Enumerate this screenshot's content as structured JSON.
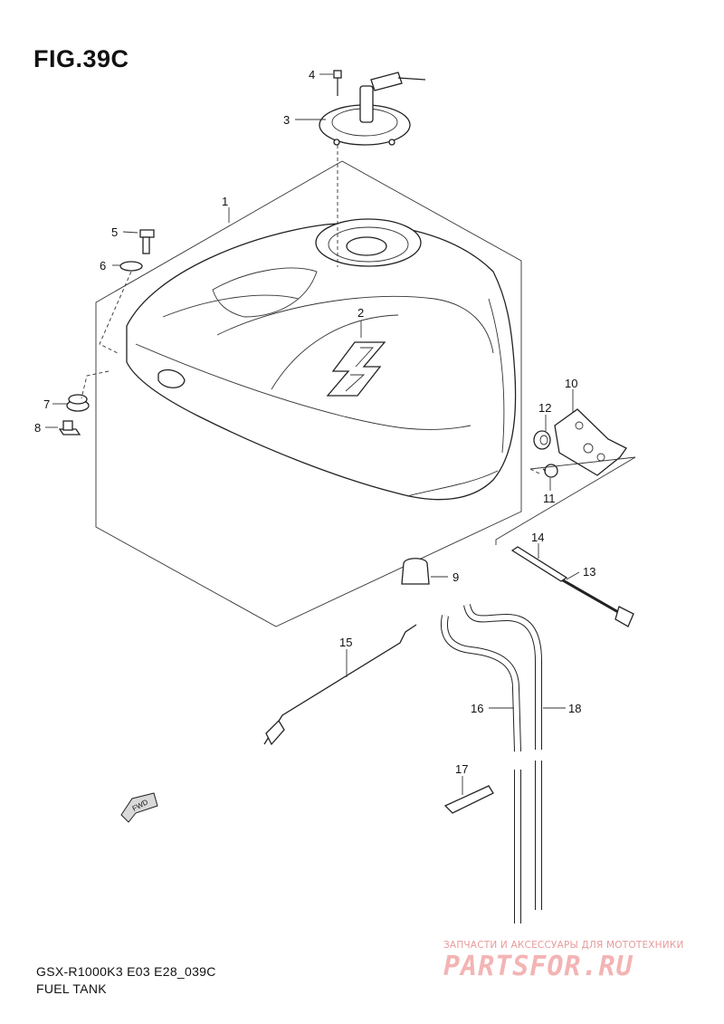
{
  "figure": {
    "title": "FIG.39C",
    "model_code": "GSX-R1000K3 E03 E28_039C",
    "name": "FUEL TANK"
  },
  "callouts": [
    {
      "id": "c1",
      "label": "1"
    },
    {
      "id": "c2",
      "label": "2"
    },
    {
      "id": "c3",
      "label": "3"
    },
    {
      "id": "c4",
      "label": "4"
    },
    {
      "id": "c5",
      "label": "5"
    },
    {
      "id": "c6",
      "label": "6"
    },
    {
      "id": "c7",
      "label": "7"
    },
    {
      "id": "c8",
      "label": "8"
    },
    {
      "id": "c9",
      "label": "9"
    },
    {
      "id": "c10",
      "label": "10"
    },
    {
      "id": "c11",
      "label": "11"
    },
    {
      "id": "c12",
      "label": "12"
    },
    {
      "id": "c13",
      "label": "13"
    },
    {
      "id": "c14",
      "label": "14"
    },
    {
      "id": "c15",
      "label": "15"
    },
    {
      "id": "c16",
      "label": "16"
    },
    {
      "id": "c17",
      "label": "17"
    },
    {
      "id": "c18",
      "label": "18"
    }
  ],
  "fwd_label": "FWD",
  "watermark": {
    "tagline": "ЗАПЧАСТИ И АКСЕССУАРЫ ДЛЯ МОТОТЕХНИКИ",
    "logo": "PARTSFOR.RU"
  },
  "colors": {
    "line": "#222222",
    "watermark": "#e89a9a"
  }
}
